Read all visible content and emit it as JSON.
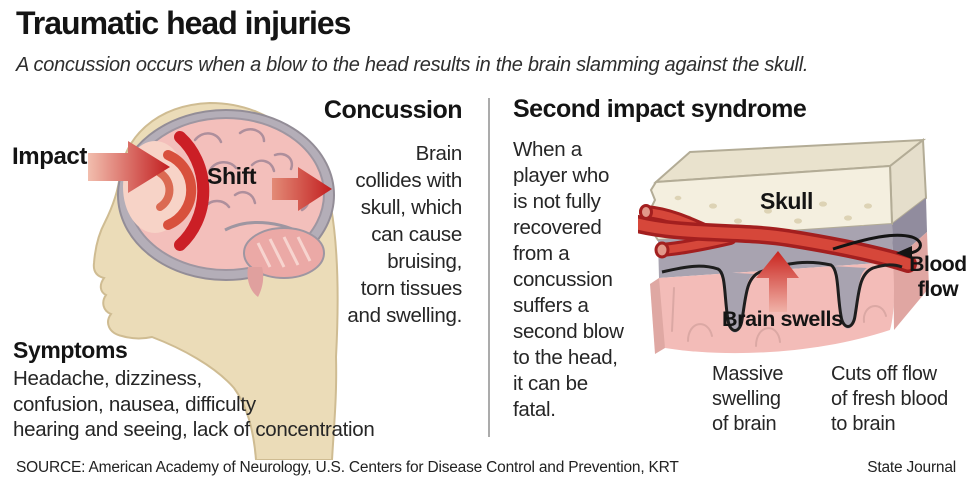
{
  "header": {
    "title": "Traumatic head injuries",
    "subtitle": "A concussion occurs when a blow to the head results in the brain slamming against the skull."
  },
  "concussion": {
    "heading": "Concussion",
    "body": "Brain\ncollides with\nskull, which\ncan cause\nbruising,\ntorn tissues\nand swelling.",
    "impact_label": "Impact",
    "shift_label": "Shift",
    "symptoms_heading": "Symptoms",
    "symptoms_body": "Headache, dizziness,\nconfusion, nausea, difficulty\nhearing and seeing, lack of concentration"
  },
  "second_impact": {
    "heading": "Second impact syndrome",
    "body": "When a\nplayer who\nis not fully\nrecovered\nfrom a\nconcussion\nsuffers a\nsecond blow\nto the head,\nit can be\nfatal.",
    "skull_label": "Skull",
    "blood_flow_label": "Blood\nflow",
    "brain_swells_label": "Brain swells",
    "caption_swelling": "Massive\nswelling\nof brain",
    "caption_cutoff": "Cuts off flow\nof fresh blood\nto brain"
  },
  "footer": {
    "source": "SOURCE: American Academy of Neurology, U.S. Centers for Disease Control and Prevention, KRT",
    "credit": "State Journal"
  },
  "icons": {
    "impact_arrow": "right-arrow",
    "shift_arrow": "right-arrow",
    "swell_arrow": "up-arrow",
    "blood_flow_arrow": "curl-arrow",
    "shock_waves": "concentric-arcs"
  },
  "colors": {
    "accent_red": "#c42127",
    "skin_tan": "#ebdcb8",
    "brain_pink": "#f3bfbb",
    "cavity_gray": "#b4aeb8",
    "bone_cream": "#f4efdf",
    "layer_gray": "#a8a3b0",
    "vessel_red": "#cd3429",
    "text_dark": "#1b1b1b"
  }
}
